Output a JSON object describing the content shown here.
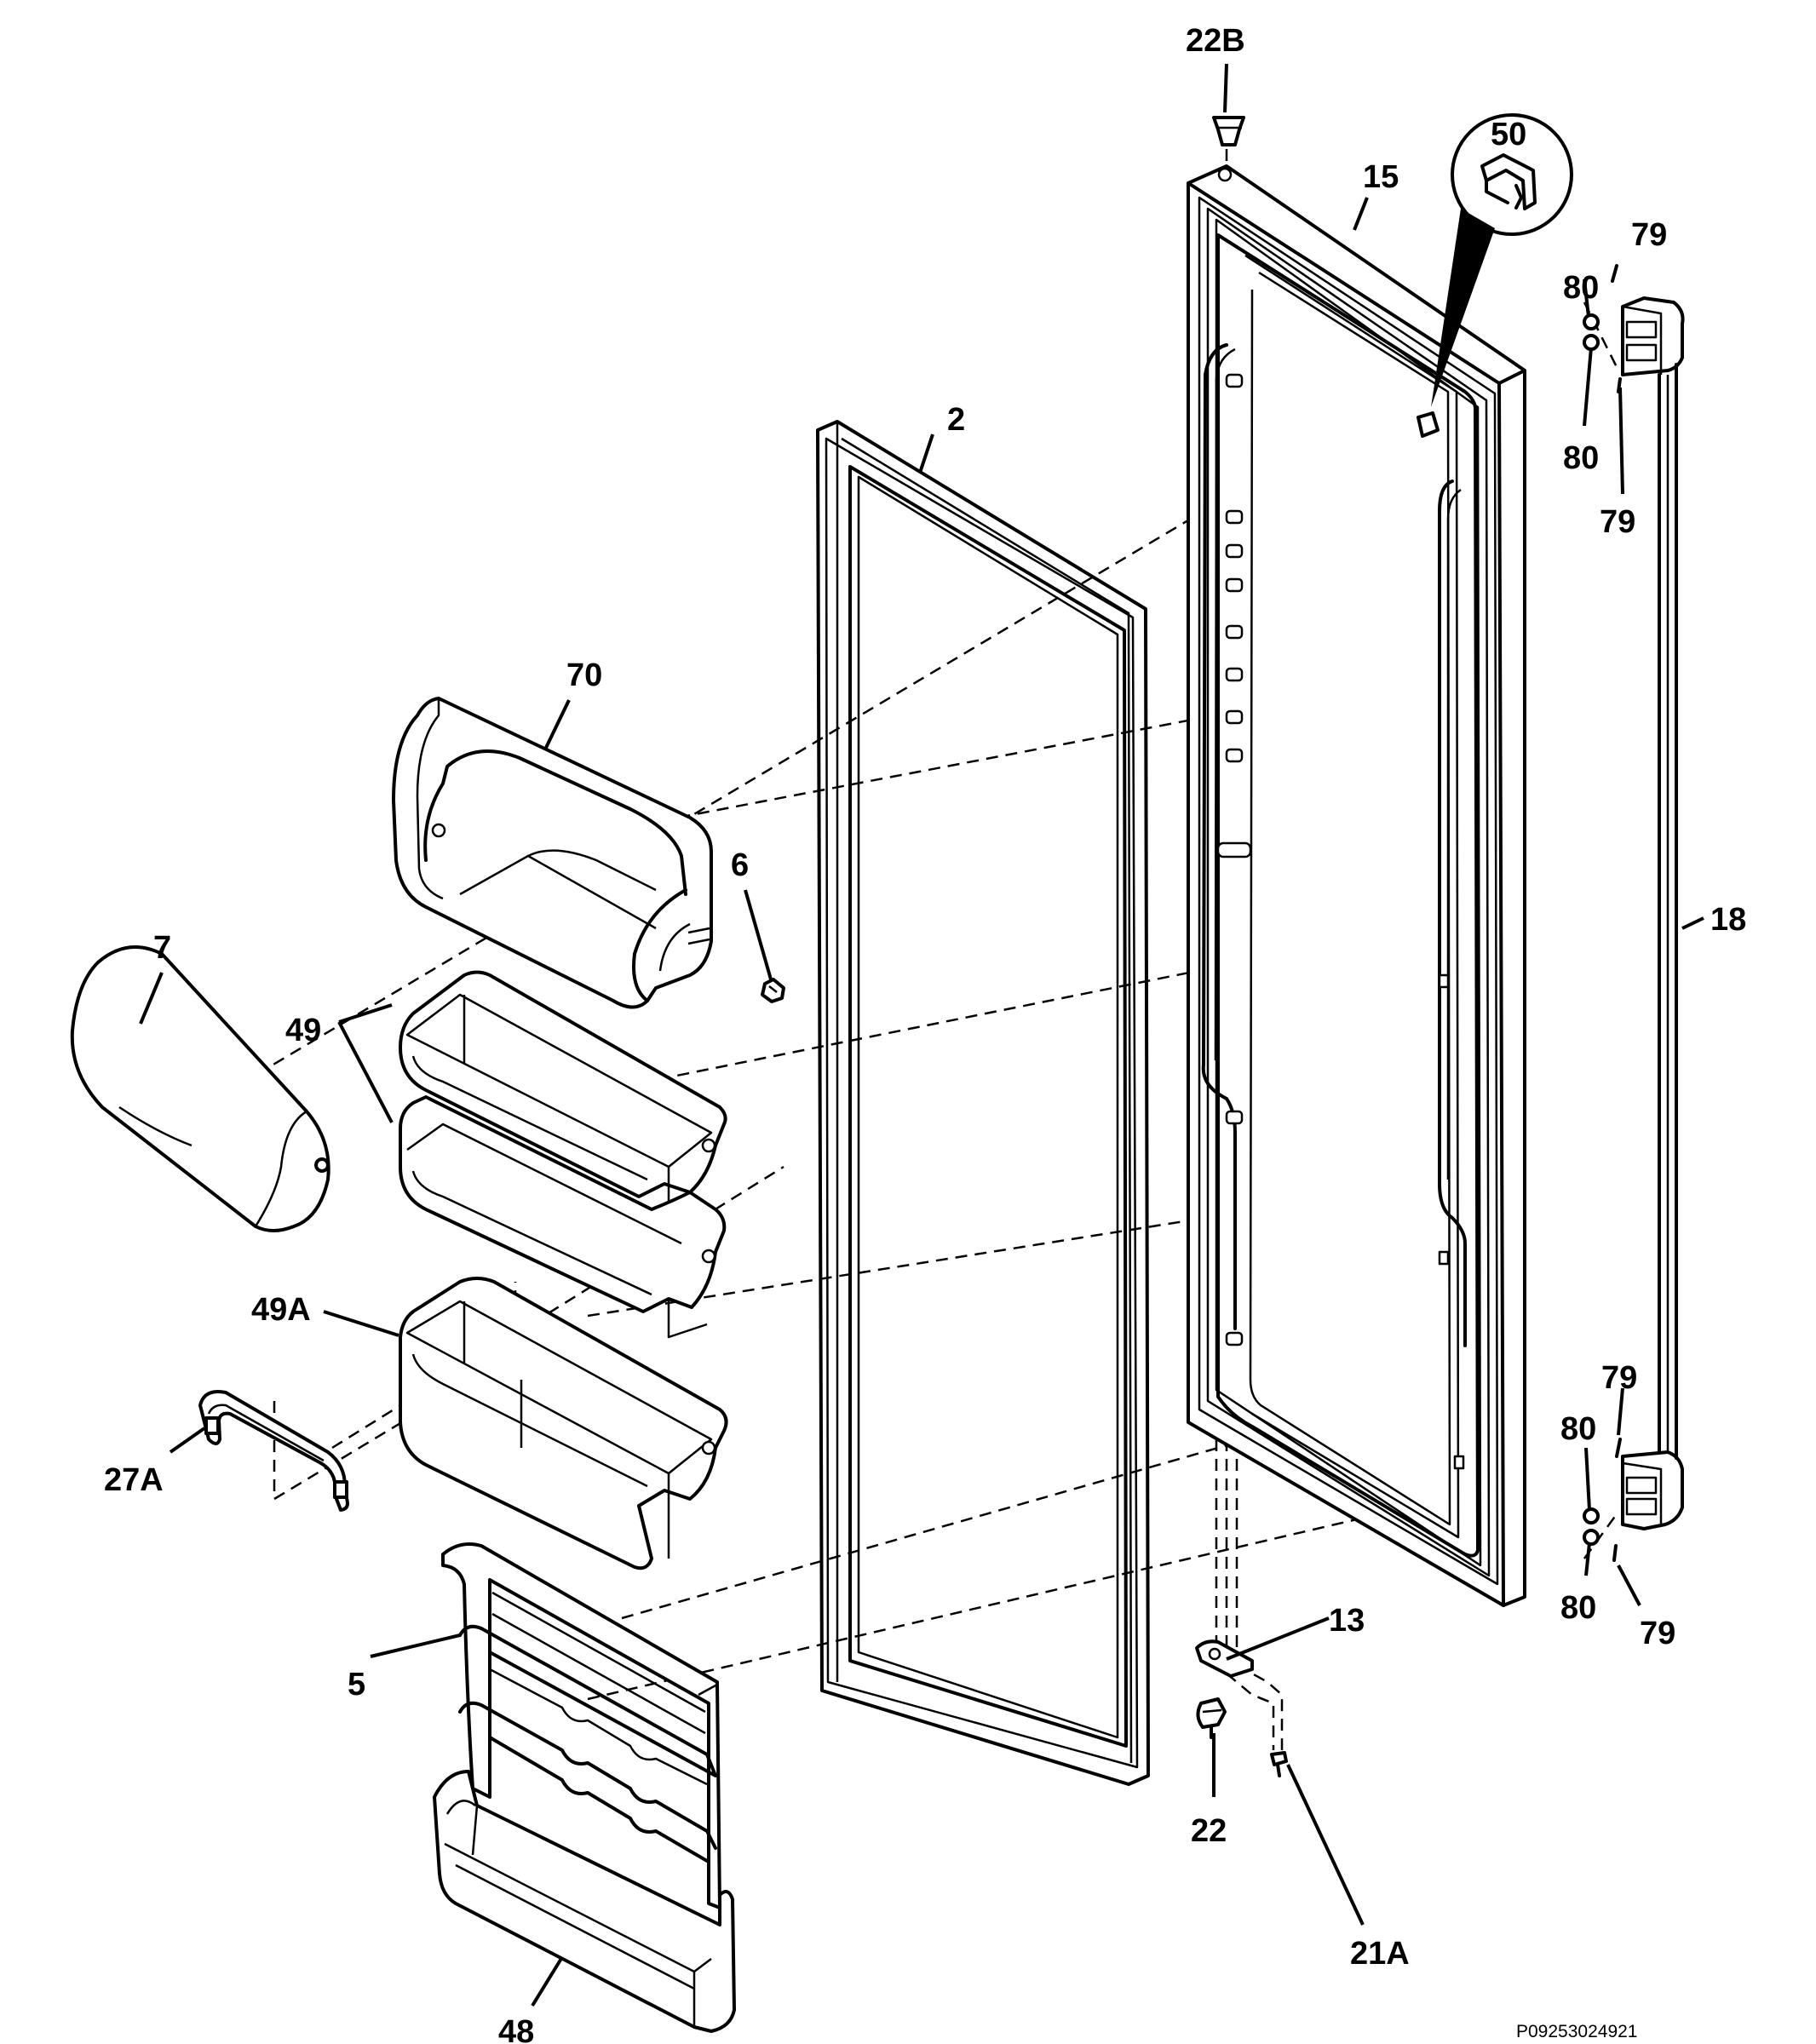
{
  "diagram": {
    "type": "exploded-parts-diagram",
    "drawing_code": "P09253024921",
    "callouts": [
      "22B",
      "50",
      "15",
      "79",
      "80",
      "80",
      "79",
      "2",
      "70",
      "6",
      "7",
      "49",
      "18",
      "49A",
      "27A",
      "79",
      "80",
      "80",
      "79",
      "13",
      "5",
      "22",
      "21A",
      "48"
    ],
    "icons": [
      "zoom-detail-circle-50"
    ]
  }
}
